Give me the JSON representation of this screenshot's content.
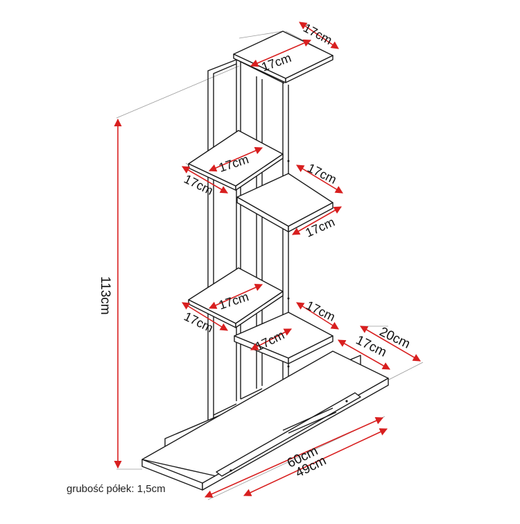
{
  "colors": {
    "dimension": "#d81f1f",
    "line": "#1a1a1a",
    "background": "#ffffff"
  },
  "dimensions": {
    "top_shelf_depth": "17cm",
    "top_shelf_width": "17cm",
    "shelf2_left_width": "17cm",
    "shelf2_left_depth": "17cm",
    "shelf3_right_depth": "17cm",
    "shelf3_right_width": "17cm",
    "shelf4_left_width": "17cm",
    "shelf4_left_depth": "17cm",
    "shelf5_right_depth": "17cm",
    "shelf5_right_width": "17cm",
    "base_depth_outer": "20cm",
    "base_depth_inner": "17cm",
    "total_height": "113cm",
    "base_length_outer": "60cm",
    "base_length_inner": "49cm"
  },
  "note": "grubość półek: 1,5cm"
}
